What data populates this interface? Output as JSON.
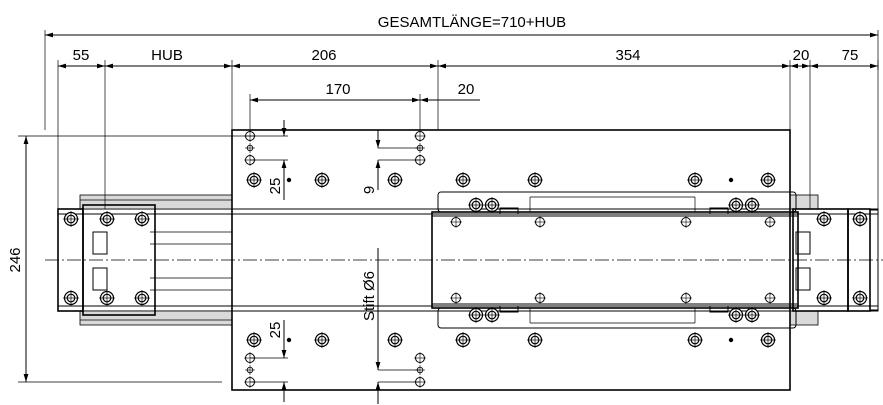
{
  "dimensions": {
    "total_length": "GESAMTLÄNGE=710+HUB",
    "d55": "55",
    "hub": "HUB",
    "d206": "206",
    "d354": "354",
    "d20_right": "20",
    "d75": "75",
    "d170": "170",
    "d20_inner": "20",
    "d246": "246",
    "d25_top": "25",
    "d9": "9",
    "d25_bottom": "25",
    "pin_label": "Stift Ø6"
  },
  "symbols": {
    "bolt": "bolt-icon",
    "hole": "hole-icon",
    "pin_hole": "pin-hole-icon"
  }
}
